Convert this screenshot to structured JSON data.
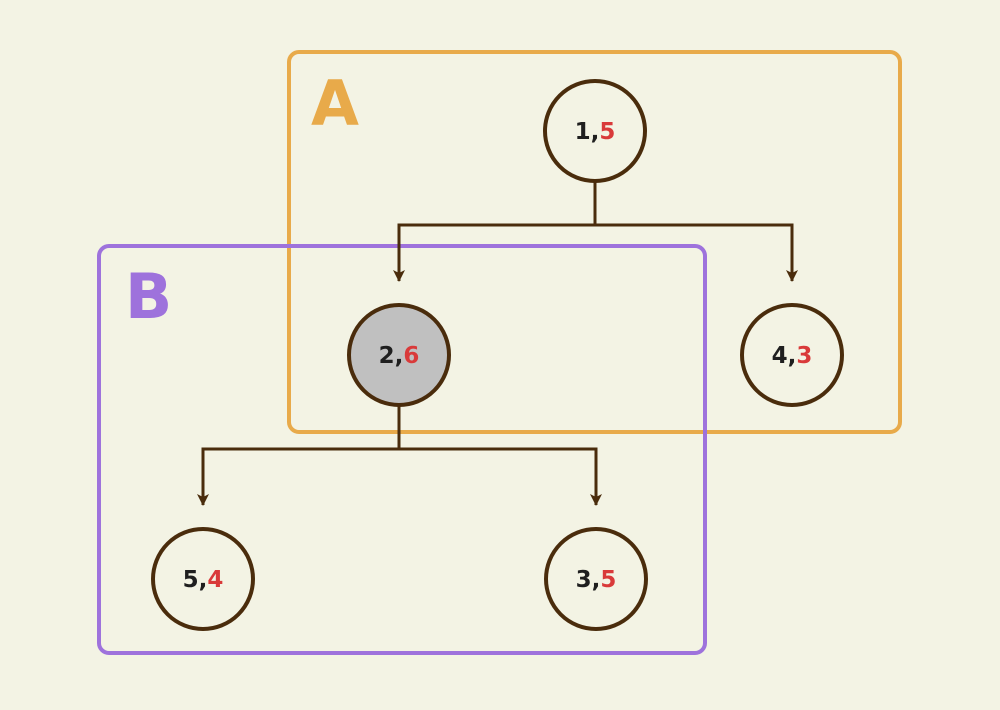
{
  "colors": {
    "background": "#f3f3e4",
    "group_a": "#e8aa4a",
    "group_b": "#9e72dc",
    "edge": "#4a2c0c",
    "node_fill": "#f3f3e4",
    "node_highlight_fill": "#c0c0c0",
    "primary_value": "#1f1f1f",
    "secondary_value": "#d93a3a"
  },
  "groups": [
    {
      "id": "a",
      "label": "A"
    },
    {
      "id": "b",
      "label": "B"
    }
  ],
  "nodes": [
    {
      "id": "n1",
      "first": "1",
      "sep": ",",
      "second": "5",
      "highlighted": false
    },
    {
      "id": "n2",
      "first": "2",
      "sep": ",",
      "second": "6",
      "highlighted": true
    },
    {
      "id": "n3",
      "first": "4",
      "sep": ",",
      "second": "3",
      "highlighted": false
    },
    {
      "id": "n4",
      "first": "5",
      "sep": ",",
      "second": "4",
      "highlighted": false
    },
    {
      "id": "n5",
      "first": "3",
      "sep": ",",
      "second": "5",
      "highlighted": false
    }
  ],
  "edges": [
    {
      "from": "n1",
      "to": "n2"
    },
    {
      "from": "n1",
      "to": "n3"
    },
    {
      "from": "n2",
      "to": "n4"
    },
    {
      "from": "n2",
      "to": "n5"
    }
  ]
}
